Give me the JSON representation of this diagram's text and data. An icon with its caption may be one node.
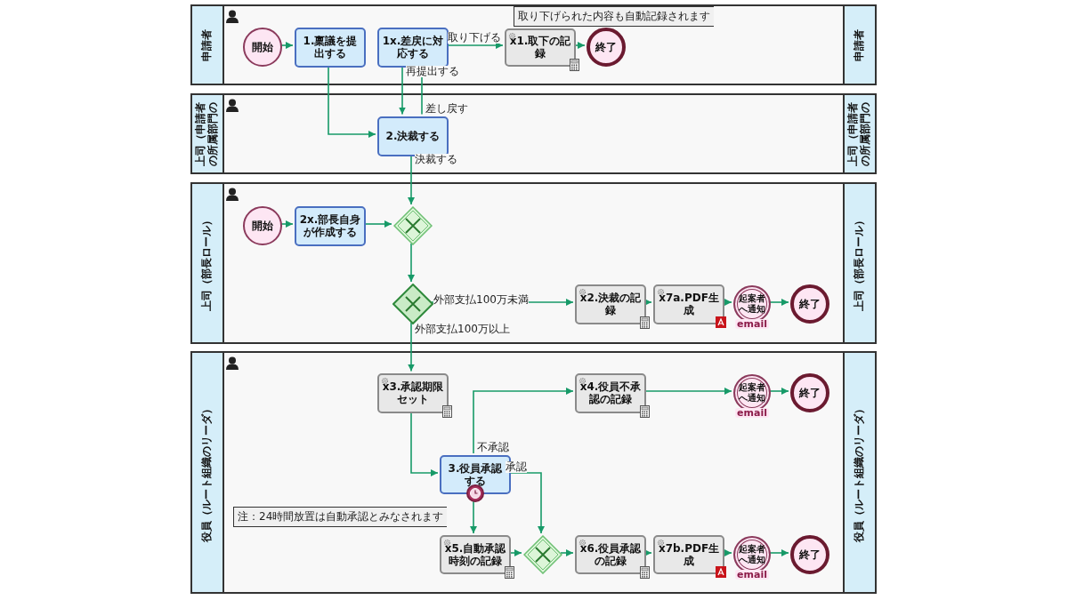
{
  "diagram": {
    "nodes": [
      {
        "text": [
          "申請者",
          "申請者"
        ]
      },
      {
        "text": [
          "開始"
        ],
        "in": 0
      },
      {
        "text": [
          "1.稟議を提出する"
        ],
        "in": 0
      },
      {
        "text": [
          "1x.差戻に対応する"
        ],
        "in": 0
      },
      {
        "text": [
          "x1.取下の記録"
        ],
        "in": 0
      },
      {
        "text": [
          "終了"
        ],
        "in": 0
      },
      {
        "text": [
          "上司（申請者の所属部門の",
          "上司（申請者の所属部門の"
        ]
      },
      {
        "text": [
          "2.決裁する"
        ],
        "in": 6
      },
      {
        "text": [
          "上司（部長ロール）",
          "上司（部長ロール）"
        ]
      },
      {
        "text": [
          "開始"
        ],
        "in": 8
      },
      {
        "text": [
          "2x.部長自身が作成する"
        ],
        "in": 8
      },
      {
        "text": [],
        "shape": "diamond",
        "in": 8
      },
      {
        "text": [],
        "shape": "diamond",
        "in": 8
      },
      {
        "text": [
          "x2.決裁の記録"
        ],
        "in": 8
      },
      {
        "text": [
          "x7a.PDF生成"
        ],
        "in": 8
      },
      {
        "text": [
          "起案者へ通知",
          "email"
        ],
        "in": 8
      },
      {
        "text": [
          "終了"
        ],
        "in": 8
      },
      {
        "text": [
          "役員（ルート組織のリーダ）",
          "役員（ルート組織のリーダ）"
        ]
      },
      {
        "text": [
          "x3.承認期限セット"
        ],
        "in": 17
      },
      {
        "text": [
          "3.役員承認する"
        ],
        "in": 17
      },
      {
        "text": [],
        "shape": "circle",
        "in": 17
      },
      {
        "text": [
          "x4.役員不承認の記録"
        ],
        "in": 17
      },
      {
        "text": [
          "起案者へ通知",
          "email"
        ],
        "in": 17
      },
      {
        "text": [
          "終了"
        ],
        "in": 17
      },
      {
        "text": [
          "x5.自動承認時刻の記録"
        ],
        "in": 17
      },
      {
        "text": [],
        "shape": "diamond",
        "in": 17
      },
      {
        "text": [
          "x6.役員承認の記録"
        ],
        "in": 17
      },
      {
        "text": [
          "x7b.PDF生成"
        ],
        "in": 17
      },
      {
        "text": [
          "起案者へ通知",
          "email"
        ],
        "in": 17
      },
      {
        "text": [
          "終了"
        ],
        "in": 17
      }
    ],
    "edges": [
      {
        "from": 1,
        "to": 2,
        "arrow": "to"
      },
      {
        "from": 2,
        "to": 7,
        "arrow": "to"
      },
      {
        "from": 3,
        "to": 7,
        "arrow": "to",
        "label": "再提出する"
      },
      {
        "from": 7,
        "to": 3,
        "arrow": "to",
        "label": "差し戻す"
      },
      {
        "from": 3,
        "to": 4,
        "arrow": "to",
        "label": "取り下げる"
      },
      {
        "from": 4,
        "to": 5,
        "arrow": "to"
      },
      {
        "from": 7,
        "to": 11,
        "arrow": "to",
        "label": "決裁する"
      },
      {
        "from": 9,
        "to": 10,
        "arrow": "to"
      },
      {
        "from": 10,
        "to": 11,
        "arrow": "to"
      },
      {
        "from": 11,
        "to": 12,
        "arrow": "to"
      },
      {
        "from": 12,
        "to": 13,
        "arrow": "to",
        "label": "外部支払100万未満"
      },
      {
        "from": 13,
        "to": 14,
        "arrow": "to"
      },
      {
        "from": 14,
        "to": 15,
        "arrow": "to"
      },
      {
        "from": 15,
        "to": 16,
        "arrow": "to"
      },
      {
        "from": 12,
        "to": 18,
        "arrow": "to",
        "label": "外部支払100万以上"
      },
      {
        "from": 18,
        "to": 19,
        "arrow": "to"
      },
      {
        "from": 19,
        "to": 21,
        "arrow": "to",
        "label": "不承認"
      },
      {
        "from": 19,
        "to": 25,
        "arrow": "to",
        "label": "承認"
      },
      {
        "from": 20,
        "to": 24,
        "arrow": "to"
      },
      {
        "from": 24,
        "to": 25,
        "arrow": "to"
      },
      {
        "from": 25,
        "to": 26,
        "arrow": "to"
      },
      {
        "from": 26,
        "to": 27,
        "arrow": "to"
      },
      {
        "from": 27,
        "to": 28,
        "arrow": "to"
      },
      {
        "from": 21,
        "to": 22,
        "arrow": "to"
      },
      {
        "from": 22,
        "to": 23,
        "arrow": "to"
      },
      {
        "from": 28,
        "to": 29,
        "arrow": "to"
      }
    ],
    "labels": [
      "取り下げられた内容も自動記録されます",
      "注：24時間放置は自動承認とみなされます"
    ]
  }
}
